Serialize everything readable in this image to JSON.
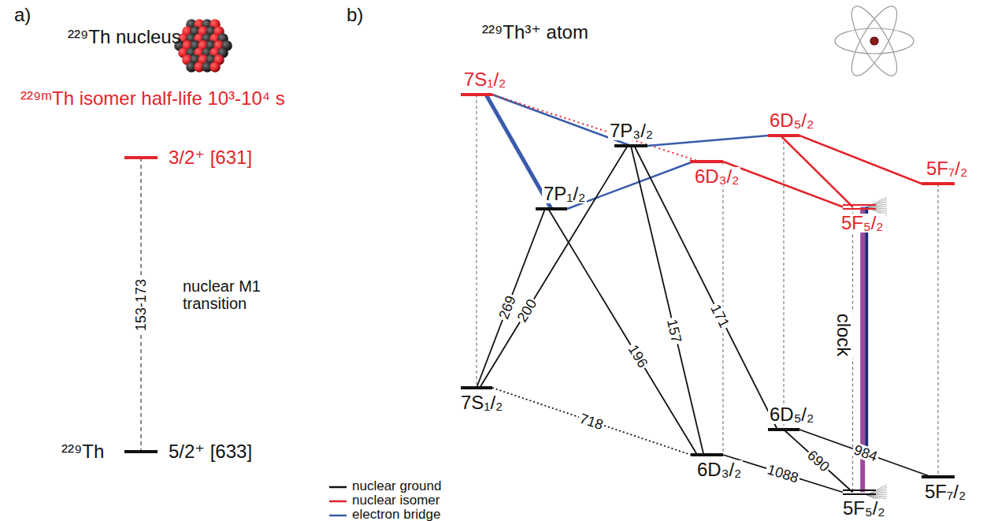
{
  "diagram": {
    "nodes": [
      {
        "text": [
          "3/2⁺ [631]"
        ]
      },
      {
        "text": [
          "5/2⁺ [633]"
        ]
      },
      {
        "text": [
          "7S₁/₂"
        ]
      },
      {
        "text": [
          "7P₃/₂"
        ]
      },
      {
        "text": [
          "6D₅/₂"
        ]
      },
      {
        "text": [
          "7P₁/₂"
        ]
      },
      {
        "text": [
          "6D₃/₂"
        ]
      },
      {
        "text": [
          "5F₇/₂"
        ]
      },
      {
        "text": [
          "5F₅/₂"
        ]
      },
      {
        "text": [
          "7S₁/₂"
        ]
      },
      {
        "text": [
          "6D₅/₂"
        ]
      },
      {
        "text": [
          "6D₃/₂"
        ]
      },
      {
        "text": [
          "5F₇/₂"
        ]
      },
      {
        "text": [
          "5F₅/₂"
        ]
      }
    ],
    "edges": [
      {
        "from": 0,
        "to": 1,
        "arrow": "none",
        "label": "153-173"
      },
      {
        "from": 2,
        "to": 5,
        "arrow": "none"
      },
      {
        "from": 2,
        "to": 3,
        "arrow": "none"
      },
      {
        "from": 2,
        "to": 6,
        "arrow": "none"
      },
      {
        "from": 5,
        "to": 6,
        "arrow": "none"
      },
      {
        "from": 3,
        "to": 4,
        "arrow": "none"
      },
      {
        "from": 6,
        "to": 8,
        "arrow": "none"
      },
      {
        "from": 4,
        "to": 8,
        "arrow": "none"
      },
      {
        "from": 4,
        "to": 7,
        "arrow": "none"
      },
      {
        "from": 9,
        "to": 5,
        "arrow": "none",
        "label": "269"
      },
      {
        "from": 9,
        "to": 3,
        "arrow": "none",
        "label": "200"
      },
      {
        "from": 5,
        "to": 11,
        "arrow": "none",
        "label": "196"
      },
      {
        "from": 3,
        "to": 11,
        "arrow": "none",
        "label": "157"
      },
      {
        "from": 3,
        "to": 10,
        "arrow": "none",
        "label": "171"
      },
      {
        "from": 9,
        "to": 11,
        "arrow": "none",
        "label": "718"
      },
      {
        "from": 11,
        "to": 13,
        "arrow": "none",
        "label": "1088"
      },
      {
        "from": 10,
        "to": 13,
        "arrow": "none",
        "label": "690"
      },
      {
        "from": 10,
        "to": 12,
        "arrow": "none",
        "label": "984"
      },
      {
        "from": 8,
        "to": 13,
        "arrow": "none",
        "label": "clock"
      },
      {
        "from": 2,
        "to": 9,
        "arrow": "none"
      },
      {
        "from": 6,
        "to": 11,
        "arrow": "none"
      },
      {
        "from": 4,
        "to": 10,
        "arrow": "none"
      },
      {
        "from": 8,
        "to": 13,
        "arrow": "none"
      },
      {
        "from": 7,
        "to": 12,
        "arrow": "none"
      }
    ],
    "labels": [
      "a)",
      "²²⁹Th nucleus",
      "²²⁹ᵐTh isomer half-life 10³-10⁴ s",
      "nuclear M1 transition",
      "²²⁹Th",
      "b)",
      "²²⁹Th³⁺ atom"
    ],
    "legend": [
      {
        "text": "nuclear ground"
      },
      {
        "text": "nuclear isomer"
      },
      {
        "text": "electron bridge"
      }
    ]
  }
}
